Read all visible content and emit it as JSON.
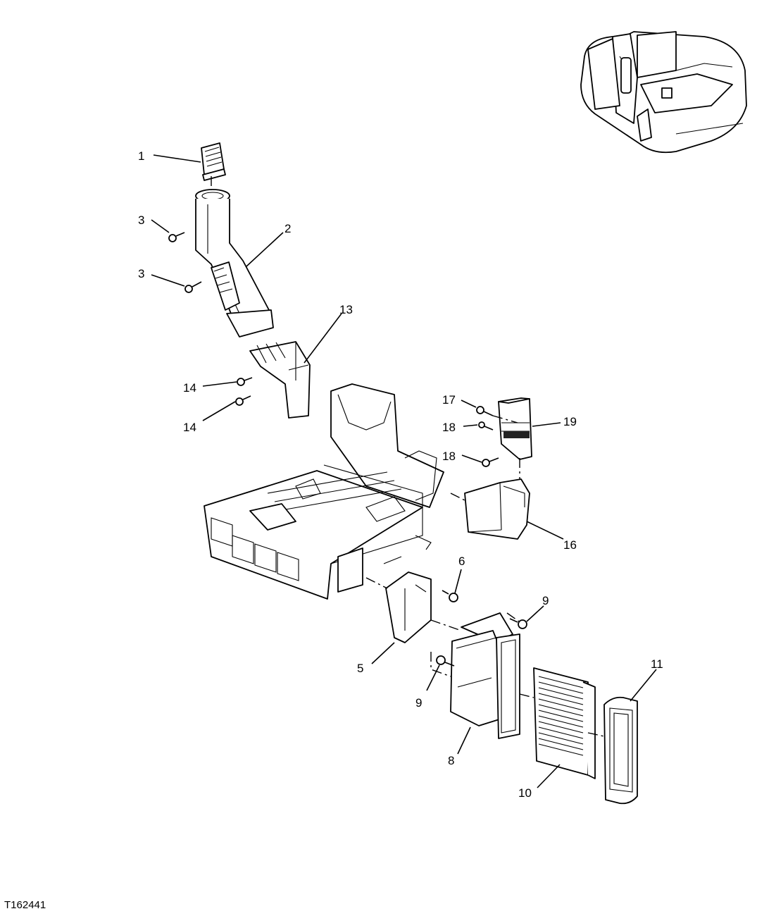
{
  "figure_id": "T162441",
  "callouts": [
    "1",
    "2",
    "3",
    "3",
    "5",
    "6",
    "8",
    "9",
    "9",
    "10",
    "11",
    "13",
    "14",
    "14",
    "16",
    "17",
    "18",
    "18",
    "19"
  ]
}
